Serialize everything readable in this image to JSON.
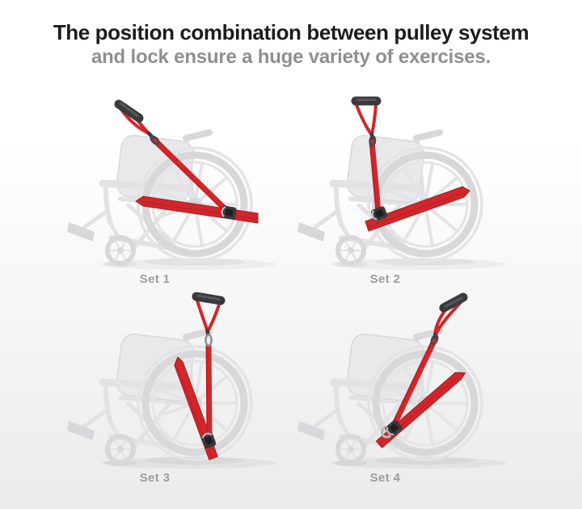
{
  "title": {
    "line1": "The position combination between pulley system",
    "line2": "and lock ensure a huge variety of exercises."
  },
  "sets": [
    {
      "label": "Set 1",
      "alt": "handle pulled up-left, strap horizontal across wheel"
    },
    {
      "label": "Set 2",
      "alt": "handle pulled straight up at front, strap diagonal across wheel"
    },
    {
      "label": "Set 3",
      "alt": "handle pulled straight up, strap diagonal down the wheel"
    },
    {
      "label": "Set 4",
      "alt": "handle pulled up-right, strap diagonal across wheel"
    }
  ],
  "colors": {
    "strap_red": "#d2262b",
    "strap_red_dark": "#a31c20",
    "handle_black": "#3a3a3d",
    "handle_sheen": "#5a5a5f",
    "chair_gray": "#e2e2e5",
    "chair_gray_dark": "#d8d8db",
    "chair_panel": "#e9e9ec",
    "chair_spoke": "#e4e4e7",
    "metal_gray": "#8f8f96",
    "label_gray": "#9d9d9d",
    "title_primary": "#1c1c1c",
    "title_secondary": "#8f8f8f",
    "bg_top": "#ffffff",
    "bg_bottom": "#ebebeb"
  }
}
